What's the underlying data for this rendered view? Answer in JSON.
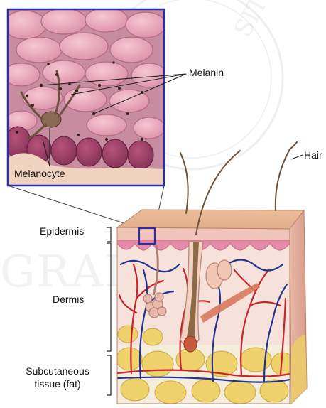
{
  "labels": {
    "melanin": "Melanin",
    "melanocyte": "Melanocyte",
    "hair": "Hair",
    "epidermis": "Epidermis",
    "dermis": "Dermis",
    "subcutaneous_line1": "Subcutaneous",
    "subcutaneous_line2": "tissue (fat)"
  },
  "watermark": {
    "arc_text": "SITY",
    "center_text": "GRAD"
  },
  "colors": {
    "inset_border": "#2a2fa8",
    "epidermis": "#f2c9c0",
    "dermis": "#f4ddd6",
    "fat": "#f1d77a",
    "artery": "#c8242c",
    "vein": "#22338f",
    "hair": "#7a5a3a"
  }
}
